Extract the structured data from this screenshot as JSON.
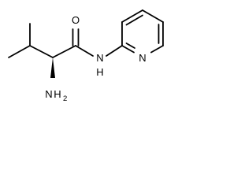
{
  "molecule": {
    "atom_labels": {
      "carbonyl_oxygen": "O",
      "amide_nitrogen": "N",
      "amide_hydrogen": "H",
      "amine_nitrogen": "N",
      "amine_hydrogen": "H",
      "amine_hydrogen_count": "2",
      "pyridine_nitrogen": "N"
    }
  }
}
